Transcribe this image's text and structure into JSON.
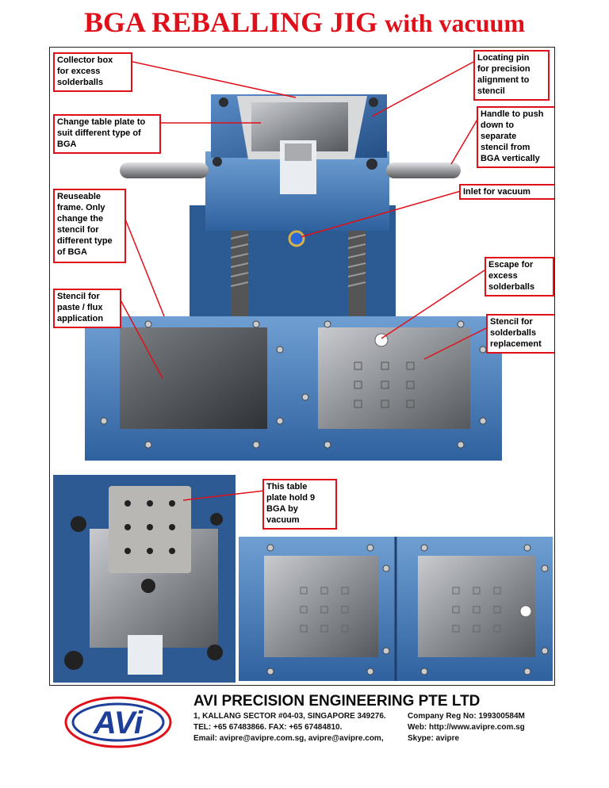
{
  "title": {
    "main": "BGA REBALLING JIG",
    "suffix": "with vacuum"
  },
  "callouts": {
    "collector": "Collector box\nfor excess\nsolderballs",
    "change_plate": "Change table plate to\nsuit different type of\nBGA",
    "reusable_frame": "Reuseable\nframe. Only\nchange the\nstencil for\ndifferent type\nof BGA",
    "stencil_paste": "Stencil for\npaste / flux\napplication",
    "locating_pin": "Locating pin\nfor precision\nalignment to\nstencil",
    "handle": "Handle to push\ndown to\nseparate\nstencil from\nBGA vertically",
    "inlet": "Inlet for vacuum",
    "escape": "Escape for\nexcess\nsolderballs",
    "stencil_balls": "Stencil for\nsolderballs\nreplacement",
    "table_plate": "This table\nplate hold 9\nBGA by\nvacuum"
  },
  "footer": {
    "logo_text": "AVi",
    "company": "AVI PRECISION ENGINEERING PTE LTD",
    "address": "1, KALLANG SECTOR #04-03, SINGAPORE 349276.",
    "phone_fax": "TEL: +65 67483866.   FAX: +65 67484810.",
    "email": "Email: avipre@avipre.com.sg, avipre@avipre.com,",
    "reg": "Company Reg No: 199300584M",
    "web": "Web: http://www.avipre.com.sg",
    "skype": "Skype: avipre"
  },
  "colors": {
    "title_red": "#e0101a",
    "anodized_blue": "#3f78b8",
    "steel": "#8f9094"
  }
}
